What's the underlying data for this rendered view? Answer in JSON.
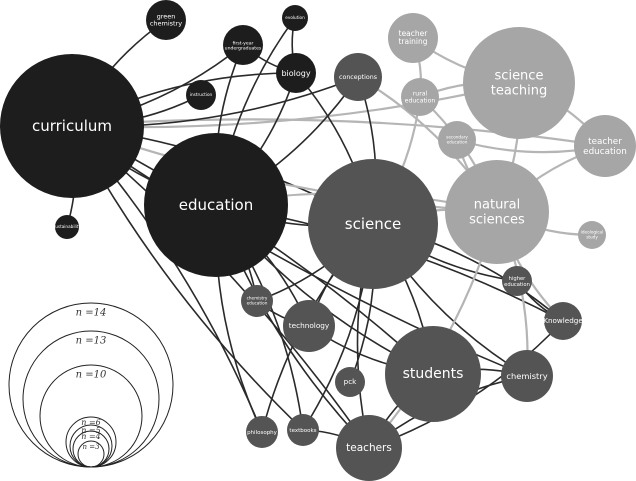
{
  "colors": {
    "dark": "#1d1d1d",
    "mid": "#545454",
    "light": "#a6a6a6",
    "edge_dark": "#2a2a2a",
    "edge_light": "#b5b5b5",
    "text_light": "#ffffff",
    "legend_stroke": "#222222"
  },
  "nodes": [
    {
      "id": "green-chemistry",
      "label": "green\nchemistry",
      "tone": "dark"
    },
    {
      "id": "evolution",
      "label": "evolution",
      "tone": "dark"
    },
    {
      "id": "first-year-undergraduates",
      "label": "first-year\nundergraduates",
      "tone": "dark"
    },
    {
      "id": "biology",
      "label": "biology",
      "tone": "dark"
    },
    {
      "id": "curriculum",
      "label": "curriculum",
      "tone": "dark"
    },
    {
      "id": "instruction",
      "label": "instruction",
      "tone": "dark"
    },
    {
      "id": "sustainability",
      "label": "sustainability",
      "tone": "dark"
    },
    {
      "id": "education",
      "label": "education",
      "tone": "dark"
    },
    {
      "id": "conceptions",
      "label": "conceptions",
      "tone": "mid"
    },
    {
      "id": "teacher-training",
      "label": "teacher\ntraining",
      "tone": "light"
    },
    {
      "id": "science-teaching",
      "label": "science\nteaching",
      "tone": "light"
    },
    {
      "id": "rural-education",
      "label": "rural\neducation",
      "tone": "light"
    },
    {
      "id": "secondary-education",
      "label": "secondary\neducation",
      "tone": "light"
    },
    {
      "id": "teacher-education",
      "label": "teacher\neducation",
      "tone": "light"
    },
    {
      "id": "natural-sciences",
      "label": "natural\nsciences",
      "tone": "light"
    },
    {
      "id": "ideological-study",
      "label": "ideological\nstudy",
      "tone": "light"
    },
    {
      "id": "science",
      "label": "science",
      "tone": "mid"
    },
    {
      "id": "chemistry-education",
      "label": "chemistry\neducation",
      "tone": "mid"
    },
    {
      "id": "technology",
      "label": "technology",
      "tone": "mid"
    },
    {
      "id": "higher-education",
      "label": "higher\neducation",
      "tone": "mid"
    },
    {
      "id": "knowledge",
      "label": "Knowledge",
      "tone": "mid"
    },
    {
      "id": "students",
      "label": "students",
      "tone": "mid"
    },
    {
      "id": "chemistry",
      "label": "chemistry",
      "tone": "mid"
    },
    {
      "id": "pck",
      "label": "pck",
      "tone": "mid"
    },
    {
      "id": "philosophy",
      "label": "philosophy",
      "tone": "mid"
    },
    {
      "id": "textbooks",
      "label": "textbooks",
      "tone": "mid"
    },
    {
      "id": "teachers",
      "label": "teachers",
      "tone": "mid"
    }
  ],
  "edges": [
    [
      "curriculum",
      "green-chemistry"
    ],
    [
      "curriculum",
      "first-year-undergraduates"
    ],
    [
      "curriculum",
      "biology"
    ],
    [
      "curriculum",
      "instruction"
    ],
    [
      "curriculum",
      "sustainability"
    ],
    [
      "curriculum",
      "education"
    ],
    [
      "curriculum",
      "science"
    ],
    [
      "curriculum",
      "natural-sciences"
    ],
    [
      "curriculum",
      "teacher-education"
    ],
    [
      "curriculum",
      "conceptions"
    ],
    [
      "curriculum",
      "students"
    ],
    [
      "curriculum",
      "chemistry"
    ],
    [
      "curriculum",
      "philosophy"
    ],
    [
      "curriculum",
      "textbooks"
    ],
    [
      "curriculum",
      "teachers"
    ],
    [
      "curriculum",
      "science-teaching"
    ],
    [
      "education",
      "evolution"
    ],
    [
      "education",
      "biology"
    ],
    [
      "education",
      "first-year-undergraduates"
    ],
    [
      "education",
      "science"
    ],
    [
      "education",
      "natural-sciences"
    ],
    [
      "education",
      "conceptions"
    ],
    [
      "education",
      "technology"
    ],
    [
      "education",
      "students"
    ],
    [
      "education",
      "chemistry-education"
    ],
    [
      "education",
      "philosophy"
    ],
    [
      "education",
      "textbooks"
    ],
    [
      "education",
      "teachers"
    ],
    [
      "education",
      "knowledge"
    ],
    [
      "science",
      "conceptions"
    ],
    [
      "science",
      "natural-sciences"
    ],
    [
      "science",
      "technology"
    ],
    [
      "science",
      "students"
    ],
    [
      "science",
      "teachers"
    ],
    [
      "science",
      "pck"
    ],
    [
      "science",
      "philosophy"
    ],
    [
      "science",
      "textbooks"
    ],
    [
      "science",
      "chemistry"
    ],
    [
      "science",
      "chemistry-education"
    ],
    [
      "science",
      "higher-education"
    ],
    [
      "science",
      "knowledge"
    ],
    [
      "science",
      "biology"
    ],
    [
      "students",
      "chemistry"
    ],
    [
      "students",
      "teachers"
    ],
    [
      "students",
      "technology"
    ],
    [
      "teachers",
      "knowledge"
    ],
    [
      "teachers",
      "chemistry"
    ],
    [
      "teachers",
      "textbooks"
    ],
    [
      "knowledge",
      "higher-education"
    ],
    [
      "chemistry",
      "natural-sciences"
    ],
    [
      "technology",
      "chemistry-education"
    ],
    [
      "natural-sciences",
      "science-teaching"
    ],
    [
      "natural-sciences",
      "teacher-education"
    ],
    [
      "natural-sciences",
      "ideological-study"
    ],
    [
      "natural-sciences",
      "secondary-education"
    ],
    [
      "natural-sciences",
      "rural-education"
    ],
    [
      "natural-sciences",
      "teachers"
    ],
    [
      "natural-sciences",
      "knowledge"
    ],
    [
      "science-teaching",
      "teacher-training"
    ],
    [
      "science-teaching",
      "rural-education"
    ],
    [
      "science-teaching",
      "teacher-education"
    ],
    [
      "rural-education",
      "teacher-training"
    ],
    [
      "rural-education",
      "science"
    ],
    [
      "secondary-education",
      "teacher-education"
    ],
    [
      "biology",
      "evolution"
    ],
    [
      "first-year-undergraduates",
      "biology"
    ],
    [
      "conceptions",
      "natural-sciences"
    ]
  ],
  "legend": {
    "labels": [
      "n =14",
      "n =13",
      "n =10",
      "n =6",
      "n =5",
      "n =4",
      "n =3"
    ]
  }
}
